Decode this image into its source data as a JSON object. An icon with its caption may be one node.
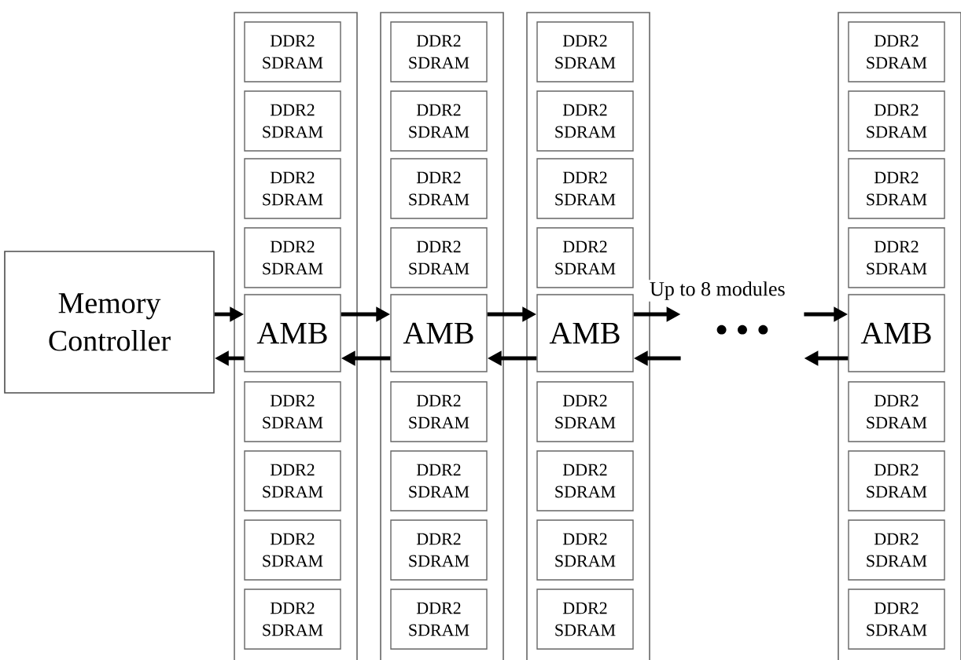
{
  "diagram": {
    "nodes": [
      {
        "text": [
          "Memory Controller"
        ]
      },
      {
        "text": [],
        "shape": "box"
      },
      {
        "text": [
          "DDR2 SDRAM"
        ],
        "in": 1
      },
      {
        "text": [
          "DDR2 SDRAM"
        ],
        "in": 1
      },
      {
        "text": [
          "DDR2 SDRAM"
        ],
        "in": 1
      },
      {
        "text": [
          "DDR2 SDRAM"
        ],
        "in": 1
      },
      {
        "text": [
          "AMB"
        ],
        "in": 1
      },
      {
        "text": [
          "DDR2 SDRAM"
        ],
        "in": 1
      },
      {
        "text": [
          "DDR2 SDRAM"
        ],
        "in": 1
      },
      {
        "text": [
          "DDR2 SDRAM"
        ],
        "in": 1
      },
      {
        "text": [
          "DDR2 SDRAM"
        ],
        "in": 1
      },
      {
        "text": [],
        "shape": "box"
      },
      {
        "text": [
          "DDR2 SDRAM"
        ],
        "in": 11
      },
      {
        "text": [
          "DDR2 SDRAM"
        ],
        "in": 11
      },
      {
        "text": [
          "DDR2 SDRAM"
        ],
        "in": 11
      },
      {
        "text": [
          "DDR2 SDRAM"
        ],
        "in": 11
      },
      {
        "text": [
          "AMB"
        ],
        "in": 11
      },
      {
        "text": [
          "DDR2 SDRAM"
        ],
        "in": 11
      },
      {
        "text": [
          "DDR2 SDRAM"
        ],
        "in": 11
      },
      {
        "text": [
          "DDR2 SDRAM"
        ],
        "in": 11
      },
      {
        "text": [
          "DDR2 SDRAM"
        ],
        "in": 11
      },
      {
        "text": [],
        "shape": "box"
      },
      {
        "text": [
          "DDR2 SDRAM"
        ],
        "in": 21
      },
      {
        "text": [
          "DDR2 SDRAM"
        ],
        "in": 21
      },
      {
        "text": [
          "DDR2 SDRAM"
        ],
        "in": 21
      },
      {
        "text": [
          "DDR2 SDRAM"
        ],
        "in": 21
      },
      {
        "text": [
          "AMB"
        ],
        "in": 21
      },
      {
        "text": [
          "DDR2 SDRAM"
        ],
        "in": 21
      },
      {
        "text": [
          "DDR2 SDRAM"
        ],
        "in": 21
      },
      {
        "text": [
          "DDR2 SDRAM"
        ],
        "in": 21
      },
      {
        "text": [
          "DDR2 SDRAM"
        ],
        "in": 21
      },
      {
        "text": [
          "• • •"
        ]
      },
      {
        "text": [],
        "shape": "box"
      },
      {
        "text": [
          "DDR2 SDRAM"
        ],
        "in": 32
      },
      {
        "text": [
          "DDR2 SDRAM"
        ],
        "in": 32
      },
      {
        "text": [
          "DDR2 SDRAM"
        ],
        "in": 32
      },
      {
        "text": [
          "DDR2 SDRAM"
        ],
        "in": 32
      },
      {
        "text": [
          "AMB"
        ],
        "in": 32
      },
      {
        "text": [
          "DDR2 SDRAM"
        ],
        "in": 32
      },
      {
        "text": [
          "DDR2 SDRAM"
        ],
        "in": 32
      },
      {
        "text": [
          "DDR2 SDRAM"
        ],
        "in": 32
      },
      {
        "text": [
          "DDR2 SDRAM"
        ],
        "in": 32
      }
    ],
    "edges": [
      {
        "from": 0,
        "to": 6,
        "arrow": "to"
      },
      {
        "from": 6,
        "to": 0,
        "arrow": "to"
      },
      {
        "from": 6,
        "to": 16,
        "arrow": "to"
      },
      {
        "from": 16,
        "to": 6,
        "arrow": "to"
      },
      {
        "from": 16,
        "to": 26,
        "arrow": "to"
      },
      {
        "from": 26,
        "to": 16,
        "arrow": "to"
      },
      {
        "from": 26,
        "to": 31,
        "arrow": "to",
        "label": "Up to 8 modules"
      },
      {
        "from": 31,
        "to": 26,
        "arrow": "to"
      },
      {
        "from": 31,
        "to": 37,
        "arrow": "to"
      },
      {
        "from": 37,
        "to": 31,
        "arrow": "to"
      }
    ]
  }
}
